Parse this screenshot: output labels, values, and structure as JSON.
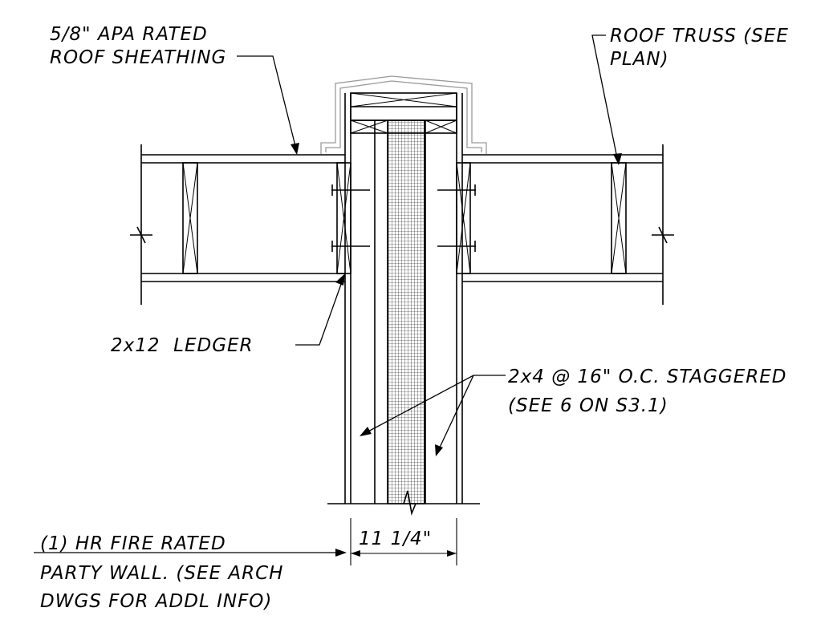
{
  "labels": {
    "sheathing": [
      "5/8\" APA RATED",
      "ROOF SHEATHING"
    ],
    "truss": [
      "ROOF TRUSS (SEE",
      "PLAN)"
    ],
    "ledger": "2x12  LEDGER",
    "studs": [
      "2x4 @ 16\" O.C. STAGGERED",
      "(SEE 6 ON S3.1)"
    ],
    "party_wall": [
      "(1) HR FIRE RATED",
      "PARTY WALL. (SEE ARCH",
      "DWGS FOR ADDL INFO)"
    ],
    "dimension": "11 1/4\""
  },
  "colors": {
    "line": "#000000",
    "cap": "#9a9a9a",
    "background": "#ffffff"
  }
}
